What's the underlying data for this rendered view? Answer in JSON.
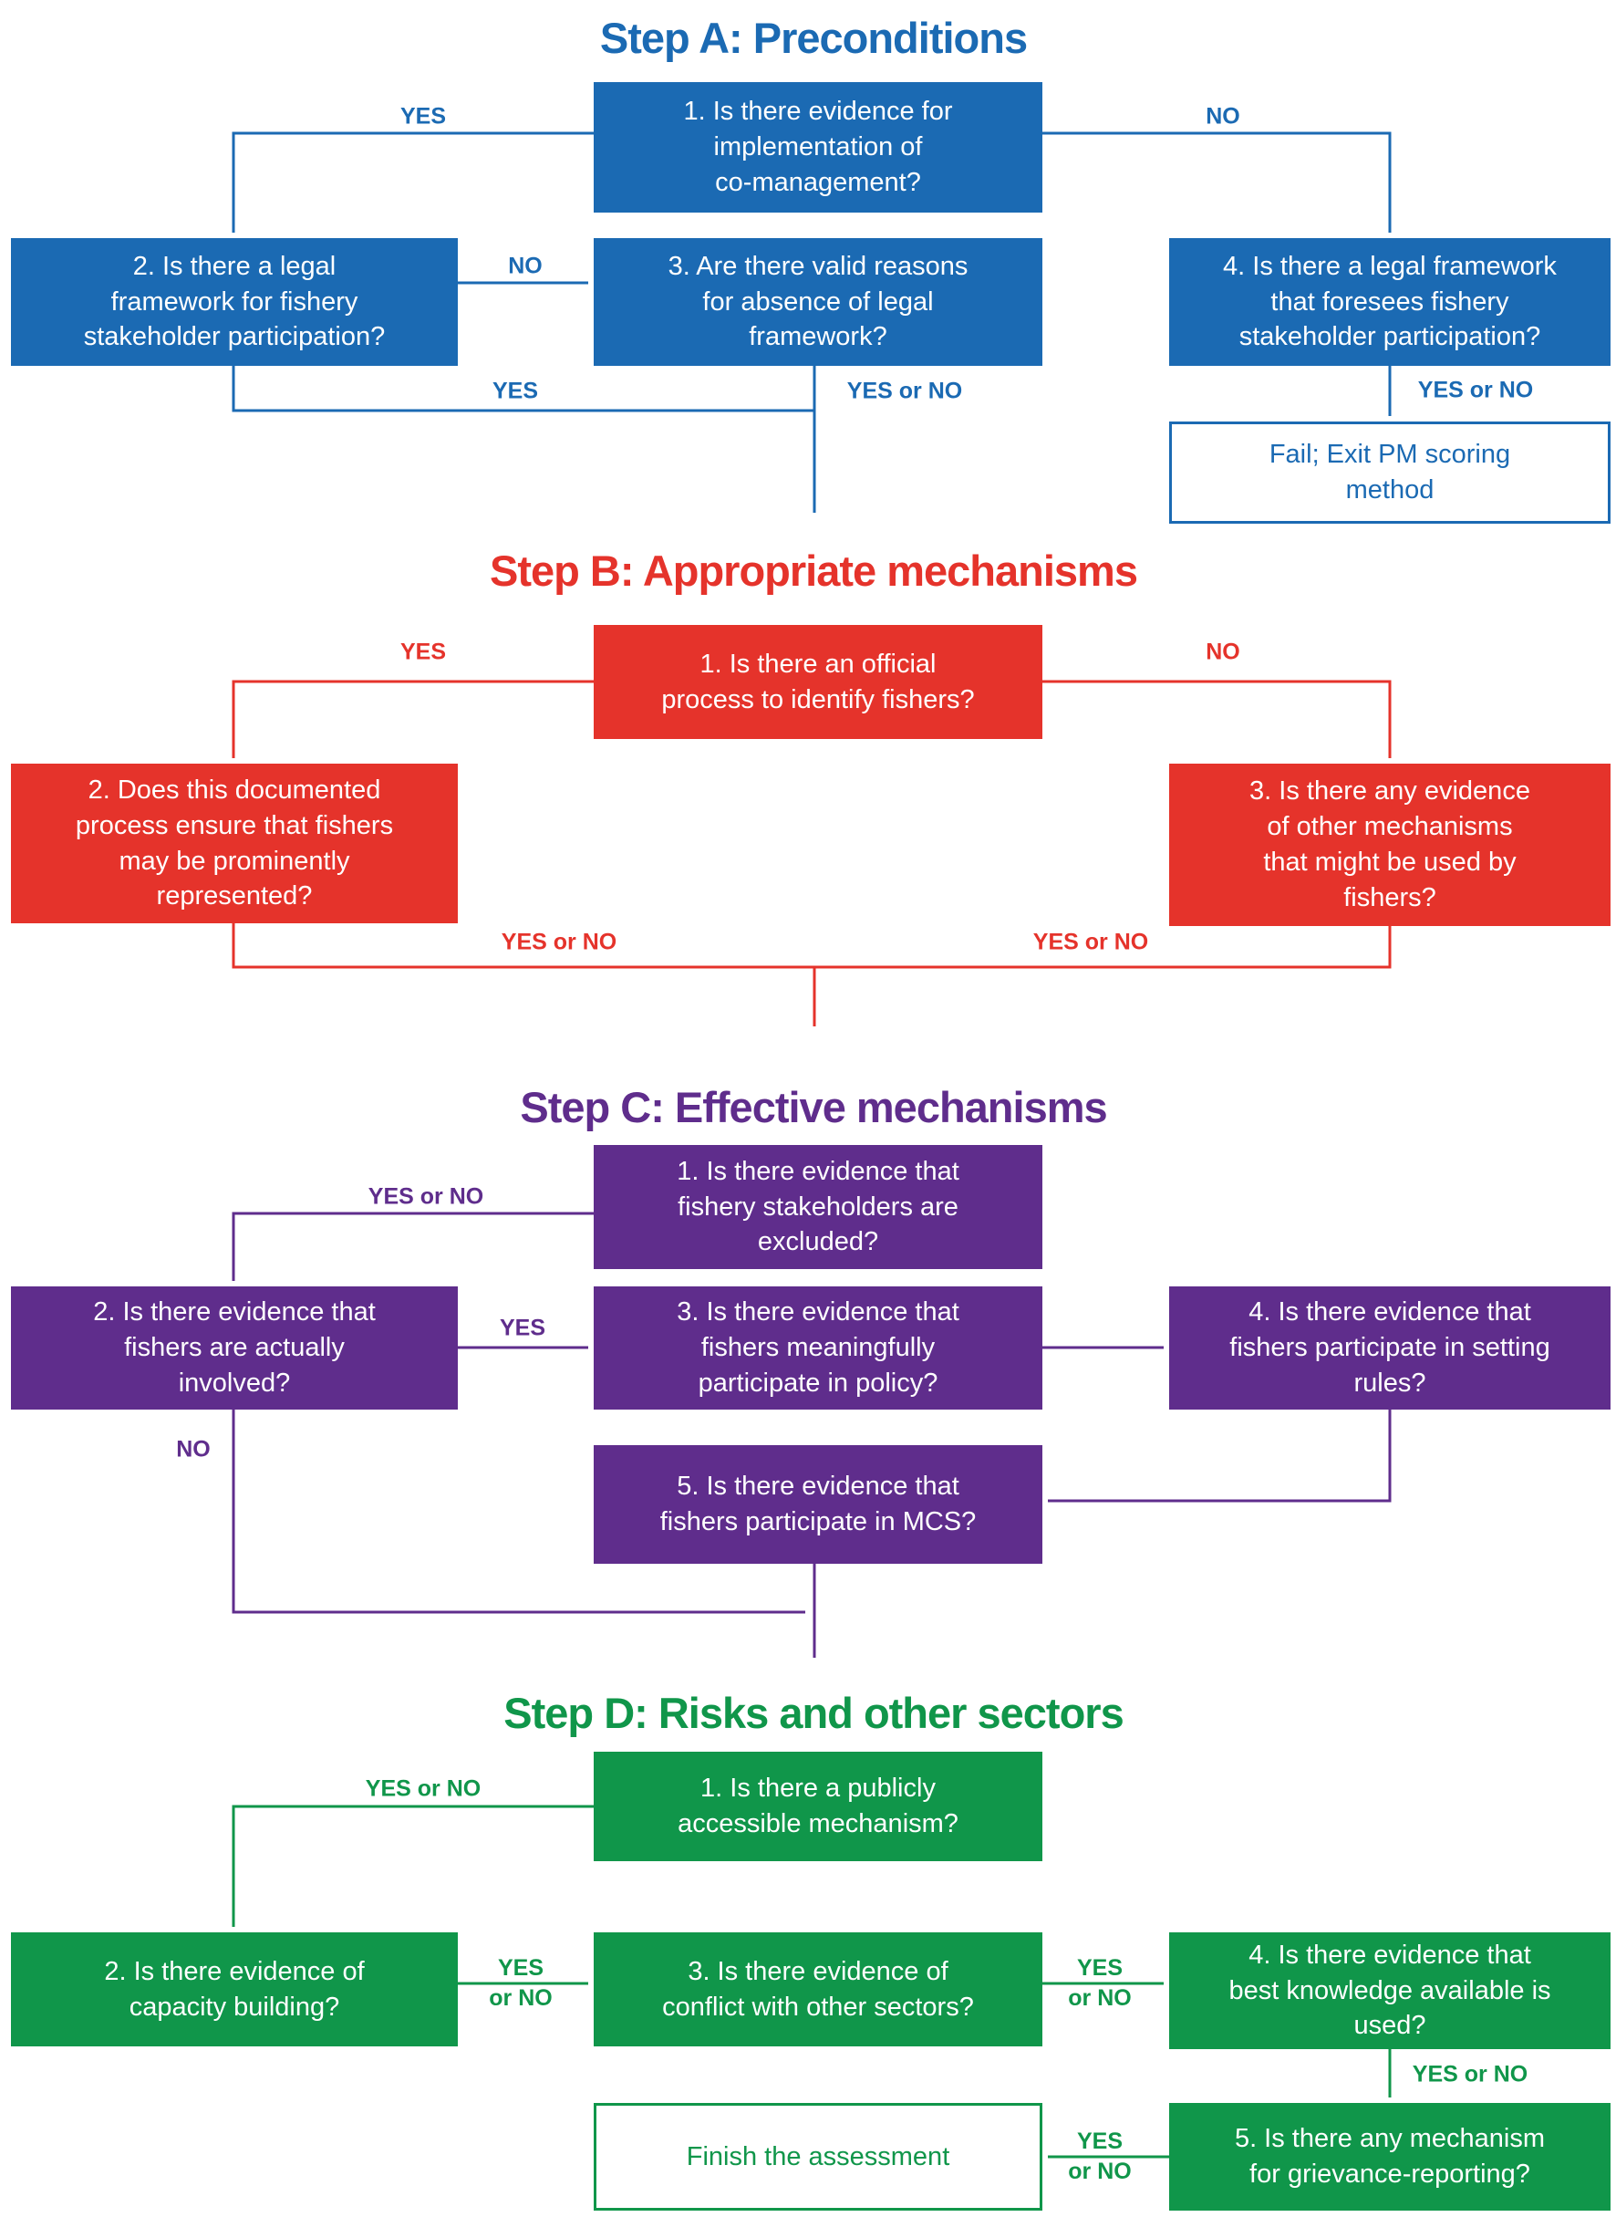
{
  "theme": {
    "step-a": "#1b6ab3",
    "step-b": "#e5332b",
    "step-c": "#5f2d8c",
    "step-d": "#10964a",
    "canvas": "#ffffff",
    "box-text": "#ffffff"
  },
  "steps": {
    "a": {
      "title": "Step A: Preconditions",
      "boxes": {
        "q1": "1. Is there evidence for\nimplementation of\nco-management?",
        "q2": "2. Is there a legal\nframework for fishery\nstakeholder participation?",
        "q3": "3. Are there valid reasons\nfor absence of legal\nframework?",
        "q4": "4. Is there a legal framework\nthat foresees fishery\nstakeholder participation?",
        "fail": "Fail; Exit PM scoring\nmethod"
      },
      "labels": {
        "yes_q1": "YES",
        "no_q1": "NO",
        "no_q2": "NO",
        "yes_q2": "YES",
        "yesno_q3": "YES or NO",
        "yesno_q4": "YES or NO"
      }
    },
    "b": {
      "title": "Step B: Appropriate mechanisms",
      "boxes": {
        "q1": "1. Is there an official\nprocess to identify fishers?",
        "q2": "2. Does this documented\nprocess ensure that fishers\nmay be prominently\nrepresented?",
        "q3": "3. Is there any evidence\nof other mechanisms\nthat might be used by\nfishers?"
      },
      "labels": {
        "yes_q1": "YES",
        "no_q1": "NO",
        "yesno_q2": "YES or NO",
        "yesno_q3": "YES or NO"
      }
    },
    "c": {
      "title": "Step C: Effective mechanisms",
      "boxes": {
        "q1": "1. Is there evidence that\nfishery stakeholders are\nexcluded?",
        "q2": "2. Is there evidence that\nfishers are actually\ninvolved?",
        "q3": "3. Is there evidence that\nfishers meaningfully\nparticipate in policy?",
        "q4": "4. Is there evidence that\nfishers participate in setting\nrules?",
        "q5": "5. Is there evidence that\nfishers participate in MCS?"
      },
      "labels": {
        "yesno_q1": "YES or NO",
        "yes_q2": "YES",
        "no_q2": "NO"
      }
    },
    "d": {
      "title": "Step D: Risks and other sectors",
      "boxes": {
        "q1": "1. Is there a publicly\naccessible mechanism?",
        "q2": "2. Is there evidence of\ncapacity building?",
        "q3": "3. Is there evidence of\nconflict with other sectors?",
        "q4": "4. Is there evidence that\nbest knowledge available is\nused?",
        "q5": "5. Is there any mechanism\nfor grievance-reporting?",
        "finish": "Finish the assessment"
      },
      "labels": {
        "yesno_q1": "YES or NO",
        "yesno_q2": "YES\nor NO",
        "yesno_q3": "YES\nor NO",
        "yesno_q4": "YES or NO",
        "yesno_q5": "YES\nor NO"
      }
    }
  }
}
